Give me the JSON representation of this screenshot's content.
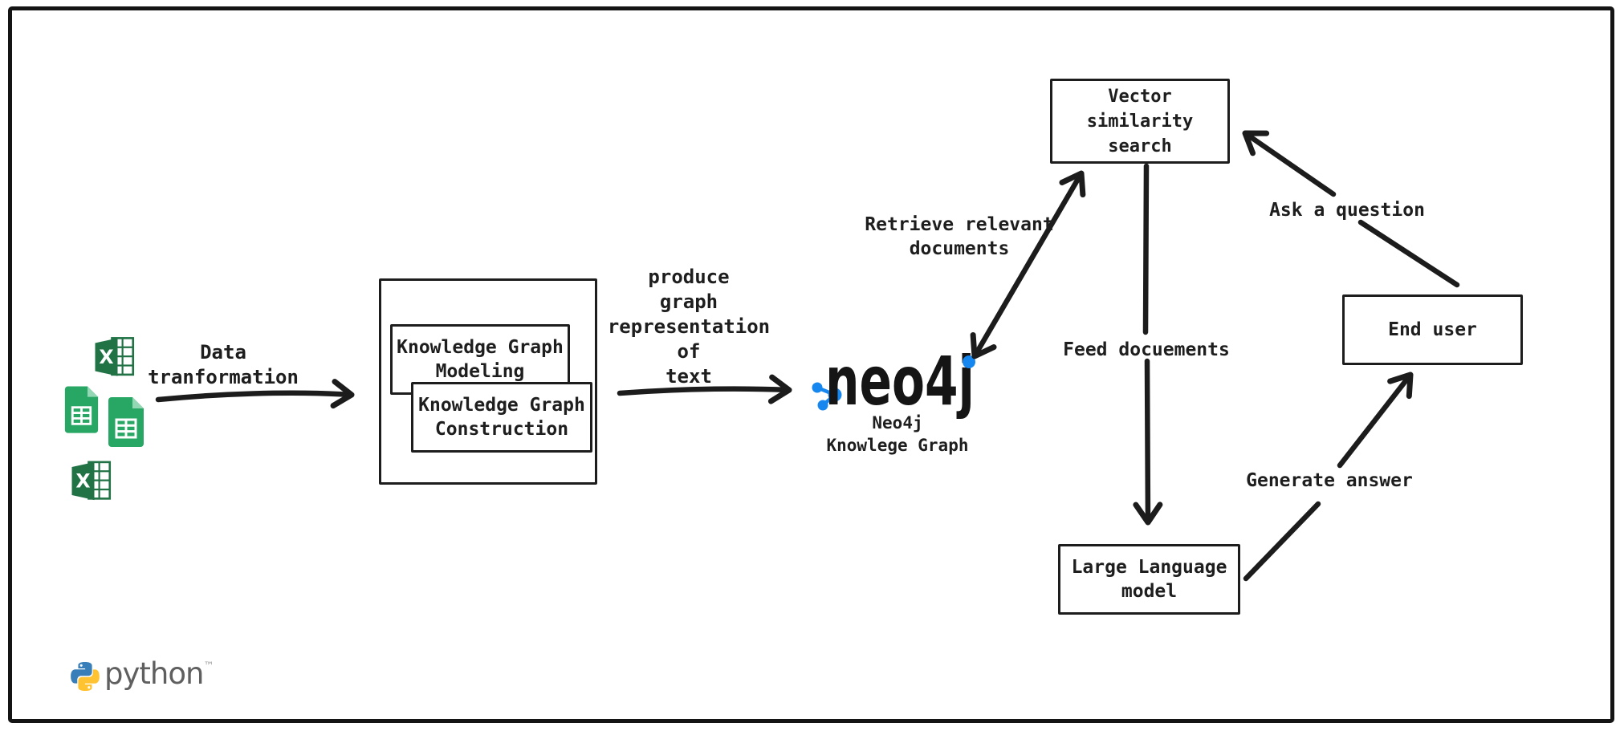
{
  "diagram_title": "Neo4j Knowledge Graph RAG pipeline",
  "labels": {
    "data_transformation": "Data\ntranformation",
    "produce_graph": "produce\ngraph\nrepresentation\nof\ntext",
    "retrieve_documents": "Retrieve relevant\ndocuments",
    "feed_documents": "Feed docuements",
    "ask_question": "Ask a question",
    "generate_answer": "Generate answer"
  },
  "nodes": {
    "kg_modeling": "Knowledge Graph\nModeling",
    "kg_construction": "Knowledge Graph\nConstruction",
    "vector_search": "Vector\nsimilarity\nsearch",
    "llm": "Large Language\nmodel",
    "end_user": "End user"
  },
  "neo4j": {
    "wordmark": "neo4j",
    "caption": "Neo4j\nKnowlege Graph"
  },
  "python": {
    "wordmark": "python",
    "trademark": "™"
  },
  "source_files": {
    "icons": [
      "excel-file-icon",
      "google-sheets-file-icon",
      "google-sheets-file-icon",
      "excel-file-icon"
    ]
  },
  "colors": {
    "stroke": "#1c1c1c",
    "neo4j_blue": "#1787f0",
    "excel_green": "#217346",
    "sheets_green": "#28a764",
    "sheets_fold": "#93d7b5",
    "python_blue": "#387eb8",
    "python_yellow": "#ffc331",
    "python_gray": "#5f5f5f"
  }
}
